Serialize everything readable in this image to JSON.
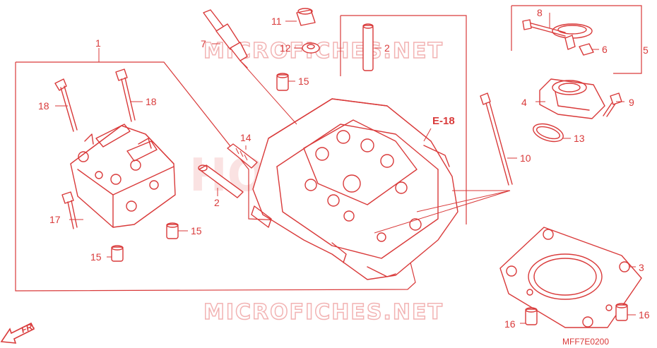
{
  "watermarks": {
    "top": "MICROFICHES.NET",
    "bottom": "MICROFICHES.NET",
    "logo": "HONDA"
  },
  "reference": "E-18",
  "diagram_code": "MFF7E0200",
  "direction_label": "FR.",
  "callouts": {
    "c1": "1",
    "c2a": "2",
    "c2b": "2",
    "c3": "3",
    "c4": "4",
    "c5": "5",
    "c6": "6",
    "c7": "7",
    "c8": "8",
    "c9": "9",
    "c10": "10",
    "c11": "11",
    "c12": "12",
    "c13": "13",
    "c14": "14",
    "c15a": "15",
    "c15b": "15",
    "c15c": "15",
    "c16a": "16",
    "c16b": "16",
    "c17": "17",
    "c18a": "18",
    "c18b": "18"
  }
}
